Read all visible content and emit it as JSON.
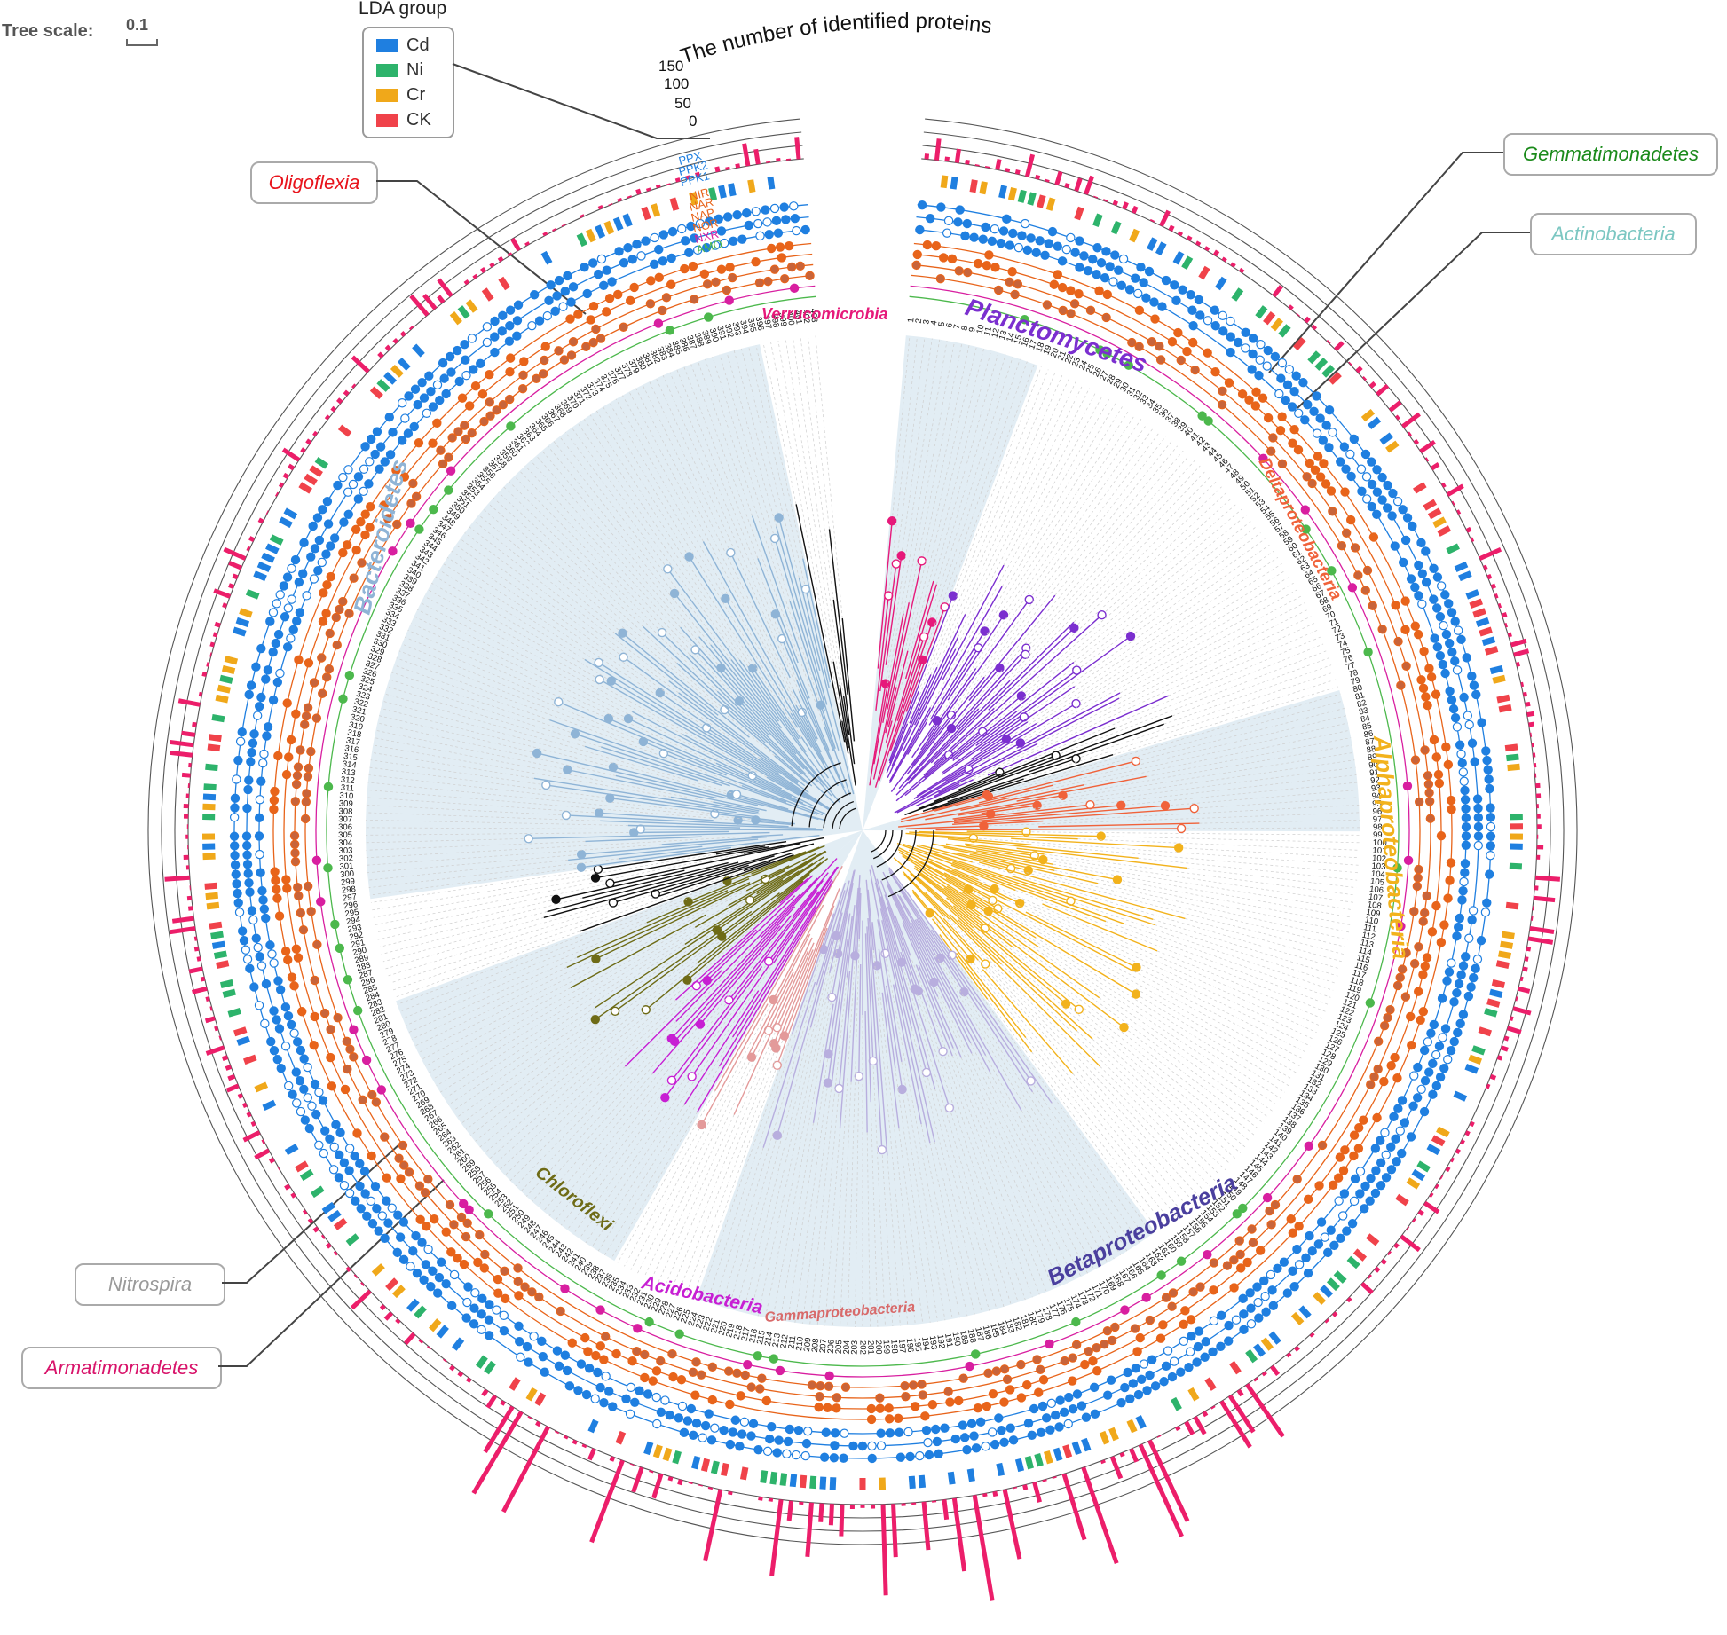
{
  "tree_scale": {
    "label": "Tree scale:",
    "value": "0.1"
  },
  "legend": {
    "title": "LDA group",
    "items": [
      {
        "label": "Cd",
        "color": "#1f7fe0"
      },
      {
        "label": "Ni",
        "color": "#2db36b"
      },
      {
        "label": "Cr",
        "color": "#f0a81a"
      },
      {
        "label": "CK",
        "color": "#f0424a"
      }
    ]
  },
  "protein_axis": {
    "title": "The number of identified proteins",
    "ticks": [
      "150",
      "100",
      "50",
      "0"
    ]
  },
  "ring_labels": {
    "ppx": "PPX",
    "ppk2": "PPK2",
    "ppk1": "PPK1",
    "nir": "NIR",
    "nar": "NAR",
    "nap": "NAP",
    "nor": "NOR",
    "nxr": "NXR",
    "amo": "AMO"
  },
  "clades": [
    {
      "name": "Verrucomicrobia",
      "color": "#e6197a"
    },
    {
      "name": "Planctomycetes",
      "color": "#7b2fcf"
    },
    {
      "name": "Deltaproteobacteria",
      "color": "#f0623a"
    },
    {
      "name": "Alphaproteobacteria",
      "color": "#f2b21c"
    },
    {
      "name": "Betaproteobacteria",
      "color": "#4a3f9e"
    },
    {
      "name": "Gammaproteobacteria",
      "color": "#d86a6a"
    },
    {
      "name": "Acidobacteria",
      "color": "#c71fd3"
    },
    {
      "name": "Chloroflexi",
      "color": "#6e6b16"
    },
    {
      "name": "Bacteroidetes",
      "color": "#8fb4d6"
    }
  ],
  "callouts": [
    {
      "name": "Oligoflexia",
      "color": "#e8141c"
    },
    {
      "name": "Gemmatimonadetes",
      "color": "#1a8a1a"
    },
    {
      "name": "Actinobacteria",
      "color": "#7cc7c2"
    },
    {
      "name": "Nitrospira",
      "color": "#9a9a9a"
    },
    {
      "name": "Armatimonadetes",
      "color": "#d8136a"
    }
  ],
  "leaf_count": 403
}
